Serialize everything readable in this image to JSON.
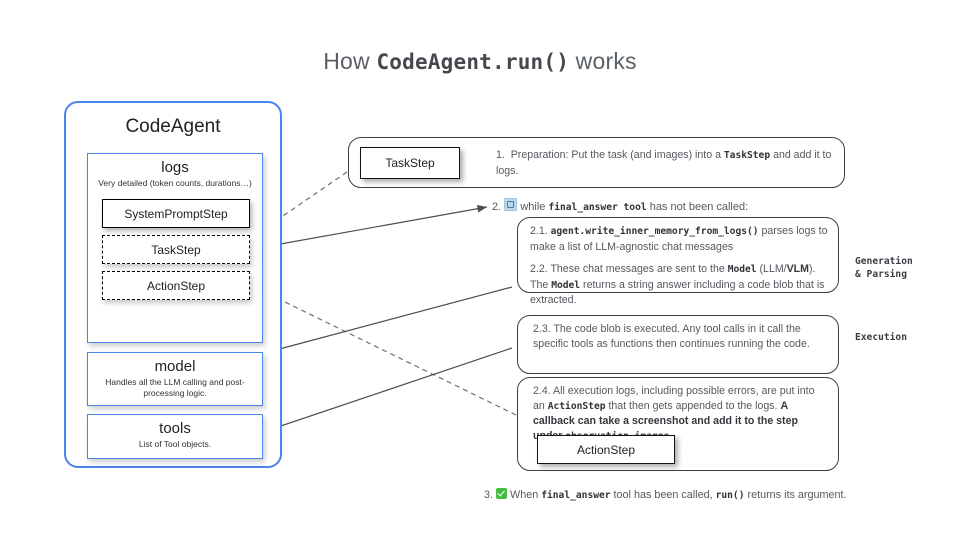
{
  "title": {
    "prefix": "How ",
    "code": "CodeAgent.run()",
    "suffix": " works"
  },
  "agent_panel": {
    "name": "CodeAgent",
    "logs": {
      "title": "logs",
      "subtitle": "Very detailed (token counts, durations…)",
      "steps": [
        {
          "label": "SystemPromptStep",
          "style": "solid"
        },
        {
          "label": "TaskStep",
          "style": "dashed"
        },
        {
          "label": "ActionStep",
          "style": "dashed"
        }
      ]
    },
    "model": {
      "title": "model",
      "subtitle": "Handles all the LLM calling and post-processing logic."
    },
    "tools": {
      "title": "tools",
      "subtitle": "List of Tool objects."
    }
  },
  "steps": {
    "step1": {
      "chip": "TaskStep",
      "number": "1.",
      "text_a": "Preparation: Put the task (and images) into a ",
      "code_a": "TaskStep",
      "text_b": " and add it to logs."
    },
    "step2_header": {
      "number": "2.",
      "icon": "loop-arrows-icon",
      "text_a": "while ",
      "code_a": "final_answer tool",
      "text_b": " has not been called:"
    },
    "step21": {
      "number": "2.1.",
      "code_a": "agent.write_inner_memory_from_logs()",
      "text_a": " parses logs to make a list of LLM-agnostic chat messages"
    },
    "step22": {
      "number": "2.2.",
      "text_a": "These chat messages are sent to the ",
      "code_a": "Model",
      "text_b": " (LLM/",
      "bold_a": "VLM",
      "text_c": "). The ",
      "code_b": "Model",
      "text_d": " returns a string answer including a code blob that is extracted."
    },
    "step23": {
      "number": "2.3.",
      "text_a": "The code blob is executed. Any tool calls in it call the specific tools as functions then continues running the code."
    },
    "step24": {
      "number": "2.4.",
      "text_a": "All execution logs, including possible errors, are put into an ",
      "code_a": "ActionStep",
      "text_b": " that then gets appended to the logs. ",
      "bold_a": "A callback can  take a screenshot and add it to the step under ",
      "bold_code": "observation_images.",
      "chip": "ActionStep"
    },
    "step3": {
      "number": "3.",
      "icon": "green-check-icon",
      "text_a": "When ",
      "code_a": "final_answer",
      "text_b": " tool has been called, ",
      "code_b": "run()",
      "text_c": " returns its argument."
    }
  },
  "side_labels": {
    "generation": "Generation\n& Parsing",
    "generation_l1": "Generation",
    "generation_l2": "& Parsing",
    "execution": "Execution"
  },
  "colors": {
    "brand_blue": "#4a86e8",
    "text": "#55595f",
    "check_green": "#42bd41",
    "loop_blue": "#bcd6ea"
  }
}
